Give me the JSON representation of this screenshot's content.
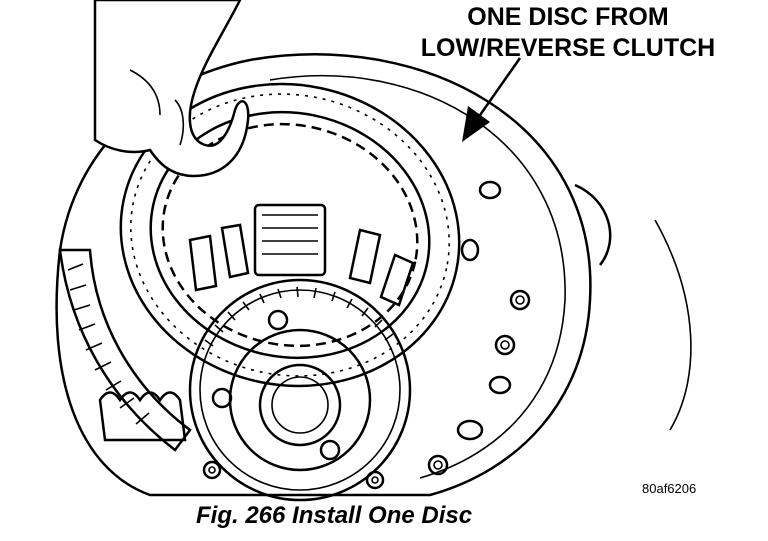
{
  "figure": {
    "callout_line1": "ONE DISC FROM",
    "callout_line2": "LOW/REVERSE CLUTCH",
    "figure_id": "80af6206",
    "caption": "Fig. 266 Install One Disc"
  },
  "icons": [
    "transmission-case",
    "clutch-disc",
    "hand",
    "callout-arrow"
  ]
}
